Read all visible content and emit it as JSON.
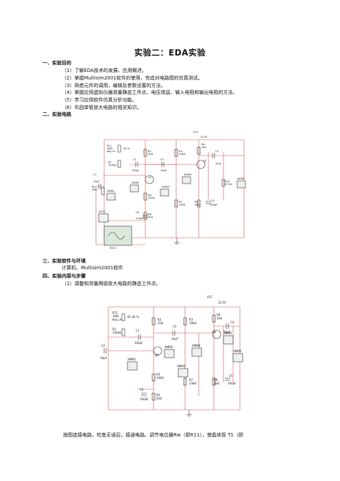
{
  "doc": {
    "title": "实验二：EDA实验",
    "sections": {
      "s1": "一、实验目的",
      "s2": "二、实验电路",
      "s3": "三、实验软件与环境",
      "s4": "四、实验内容与步骤"
    },
    "objectives": [
      "（1）了解EDA技术的发展、应用概述。",
      "（2）掌握Multisim2001软件的使用，完成对电路图的仿真测试。",
      "（3）熟悉元件的调用，编辑及参数设置的方法。",
      "（4）掌握应用虚拟仪器测量静态工作点、电压增益、输入电阻和输出电阻的方法。",
      "（5）学习应用软件仿真分析功能。",
      "（6）巩固单管放大电路的相关知识。"
    ],
    "software": "计算机、Multisim2001软件",
    "step1": "（1）调整和测量两级放大电路的静态工作点。",
    "bottom": "按图连接电路，检查无误后，接通电路。调节电位器Rw（即R11），使晶体管 T1（即"
  },
  "circuit1": {
    "vcc": "VCC",
    "vcc_value": "12.0V",
    "r11": "R11",
    "r11_val": "1MΩ",
    "r11_key": "Key=A",
    "r11_pct": "50 %",
    "r1": "R1",
    "r1_val": "100kΩ",
    "r2": "R2",
    "r2_val": "2kΩ",
    "r3": "R3",
    "r3_val": "10kΩ",
    "r8": "R8",
    "r8_val": "2kΩ",
    "c1": "C1",
    "c1_val": "100μF",
    "c2": "C2",
    "c2_val": "10μF",
    "c3": "C3",
    "c3_val": "10μF",
    "c4": "C4",
    "c4_val": "10μF",
    "c5": "C5",
    "c5_val": "100μF",
    "c6": "C6",
    "c6_val": "100μF",
    "q1": "Q1",
    "q2": "Q2",
    "r4": "R4",
    "r4_val": "100Ω",
    "r5": "R5",
    "r5_val": "2kΩ",
    "r6": "R6",
    "r6_val": "2kΩ",
    "r7": "R7",
    "r7_val": "13kΩ",
    "r9": "R9",
    "r9_val": "2kΩ",
    "r10": "R10",
    "r10_val": "4.7kΩ",
    "xmm1": "XMM1",
    "xmm2": "XMM2",
    "xmm3": "XMM3",
    "xmm4": "XMM4",
    "xfg1": "XFG1",
    "xsc1": "XSC1"
  },
  "circuit2": {
    "vcc": "VCC",
    "vcc_value": "12.0V",
    "r11": "R11",
    "r11_val": "1MΩ",
    "r11_key": "Key=A",
    "r11_pct": "81.04 %",
    "r1": "R1",
    "r1_val": "100kΩ",
    "r2": "R2",
    "r2_val": "2kΩ",
    "r3": "R3",
    "r3_val": "10kΩ",
    "r8": "R8",
    "r8_val": "2kΩ",
    "c1": "C1",
    "c1_val": "100μF",
    "c2": "C2",
    "c2_val": "10μF",
    "c3": "C3",
    "c3_val": "10μF",
    "c4": "C4",
    "c4_val": "10μF",
    "c5": "C5",
    "c5_val": "100μF",
    "c6": "C6",
    "c6_val": "100μF",
    "q1": "Q1",
    "q2": "Q2",
    "r4": "R4",
    "r4_val": "100Ω",
    "r6": "R6",
    "r6_val": "2kΩ",
    "r7": "R7",
    "r7_val": "13kΩ",
    "r9": "R9",
    "r9_val": "2kΩ",
    "xmm1": "XMM1",
    "xmm2": "XMM2",
    "xmm3": "XMM3",
    "xmm4": "XMM4",
    "xmm5": "XMM5"
  }
}
